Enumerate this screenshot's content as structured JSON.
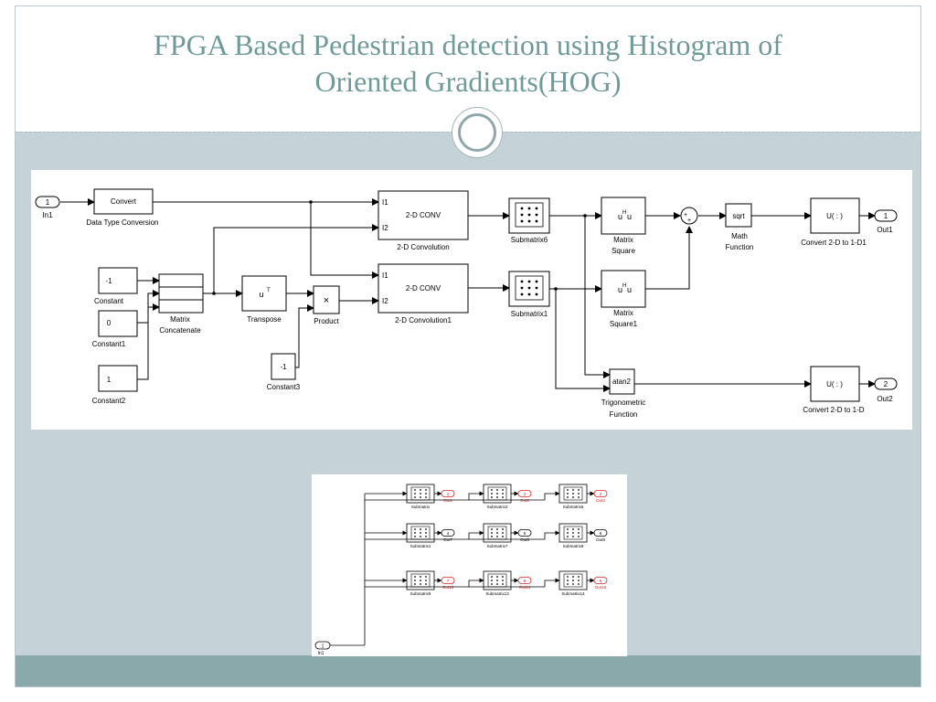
{
  "slide": {
    "title_line1": "FPGA Based Pedestrian detection using Histogram of",
    "title_line2": "Oriented Gradients(HOG)"
  },
  "main_diagram": {
    "inport": {
      "number": "1",
      "label": "In1"
    },
    "convert_block": {
      "text": "Convert",
      "label": "Data Type Conversion"
    },
    "constant": {
      "value": "-1",
      "label": "Constant"
    },
    "constant1": {
      "value": "0",
      "label": "Constant1"
    },
    "constant2": {
      "value": "1",
      "label": "Constant2"
    },
    "constant3": {
      "value": "-1",
      "label": "Constant3"
    },
    "matrix_concatenate": {
      "label_line1": "Matrix",
      "label_line2": "Concatenate"
    },
    "transpose": {
      "text": "u",
      "sup": "T",
      "label": "Transpose"
    },
    "product": {
      "text": "×",
      "label": "Product"
    },
    "conv": {
      "text": "2-D CONV",
      "port1": "I1",
      "port2": "I2",
      "label": "2-D Convolution"
    },
    "conv1": {
      "text": "2-D CONV",
      "port1": "I1",
      "port2": "I2",
      "label": "2-D Convolution1"
    },
    "submatrix6": {
      "label": "Submatrix6"
    },
    "submatrix1": {
      "label": "Submatrix1"
    },
    "matrix_square": {
      "text": "u",
      "sup": "H",
      "text2": "u",
      "label_line1": "Matrix",
      "label_line2": "Square"
    },
    "matrix_square1": {
      "text": "u",
      "sup": "H",
      "text2": "u",
      "label_line1": "Matrix",
      "label_line2": "Square1"
    },
    "sum_signs": {
      "a": "+",
      "b": "+"
    },
    "sqrt": {
      "text": "sqrt",
      "label_line1": "Math",
      "label_line2": "Function"
    },
    "atan2": {
      "text": "atan2",
      "label_line1": "Trigonometric",
      "label_line2": "Function"
    },
    "convert_1d1": {
      "text": "U( : )",
      "label": "Convert 2-D to 1-D1"
    },
    "convert_1d": {
      "text": "U( : )",
      "label": "Convert 2-D to 1-D"
    },
    "out1": {
      "number": "1",
      "label": "Out1"
    },
    "out2": {
      "number": "2",
      "label": "Out2"
    }
  },
  "sub_diagram": {
    "inport": {
      "number": "1",
      "label": "In1"
    },
    "rows": [
      [
        {
          "label": "Submatrix",
          "out_num": "1",
          "out_label": "Out1",
          "red": true
        },
        {
          "label": "Submatrix3",
          "out_num": "2",
          "out_label": "Out2",
          "red": true
        },
        {
          "label": "Submatrix5",
          "out_num": "3",
          "out_label": "Out3",
          "red": true
        }
      ],
      [
        {
          "label": "Submatrix1",
          "out_num": "4",
          "out_label": "Out7",
          "red": false
        },
        {
          "label": "Submatrix7",
          "out_num": "5",
          "out_label": "Out8",
          "red": false
        },
        {
          "label": "Submatrix8",
          "out_num": "6",
          "out_label": "Out9",
          "red": false
        }
      ],
      [
        {
          "label": "Submatrix9",
          "out_num": "7",
          "out_label": "Out13",
          "red": true
        },
        {
          "label": "Submatrix13",
          "out_num": "8",
          "out_label": "Out14",
          "red": true
        },
        {
          "label": "Submatrix14",
          "out_num": "9",
          "out_label": "Out15",
          "red": true
        }
      ]
    ]
  },
  "colors": {
    "title": "#6f9a9a",
    "frame_bg": "#c5d3d8",
    "footer": "#8aa9ab",
    "red_port": "#e02020"
  }
}
